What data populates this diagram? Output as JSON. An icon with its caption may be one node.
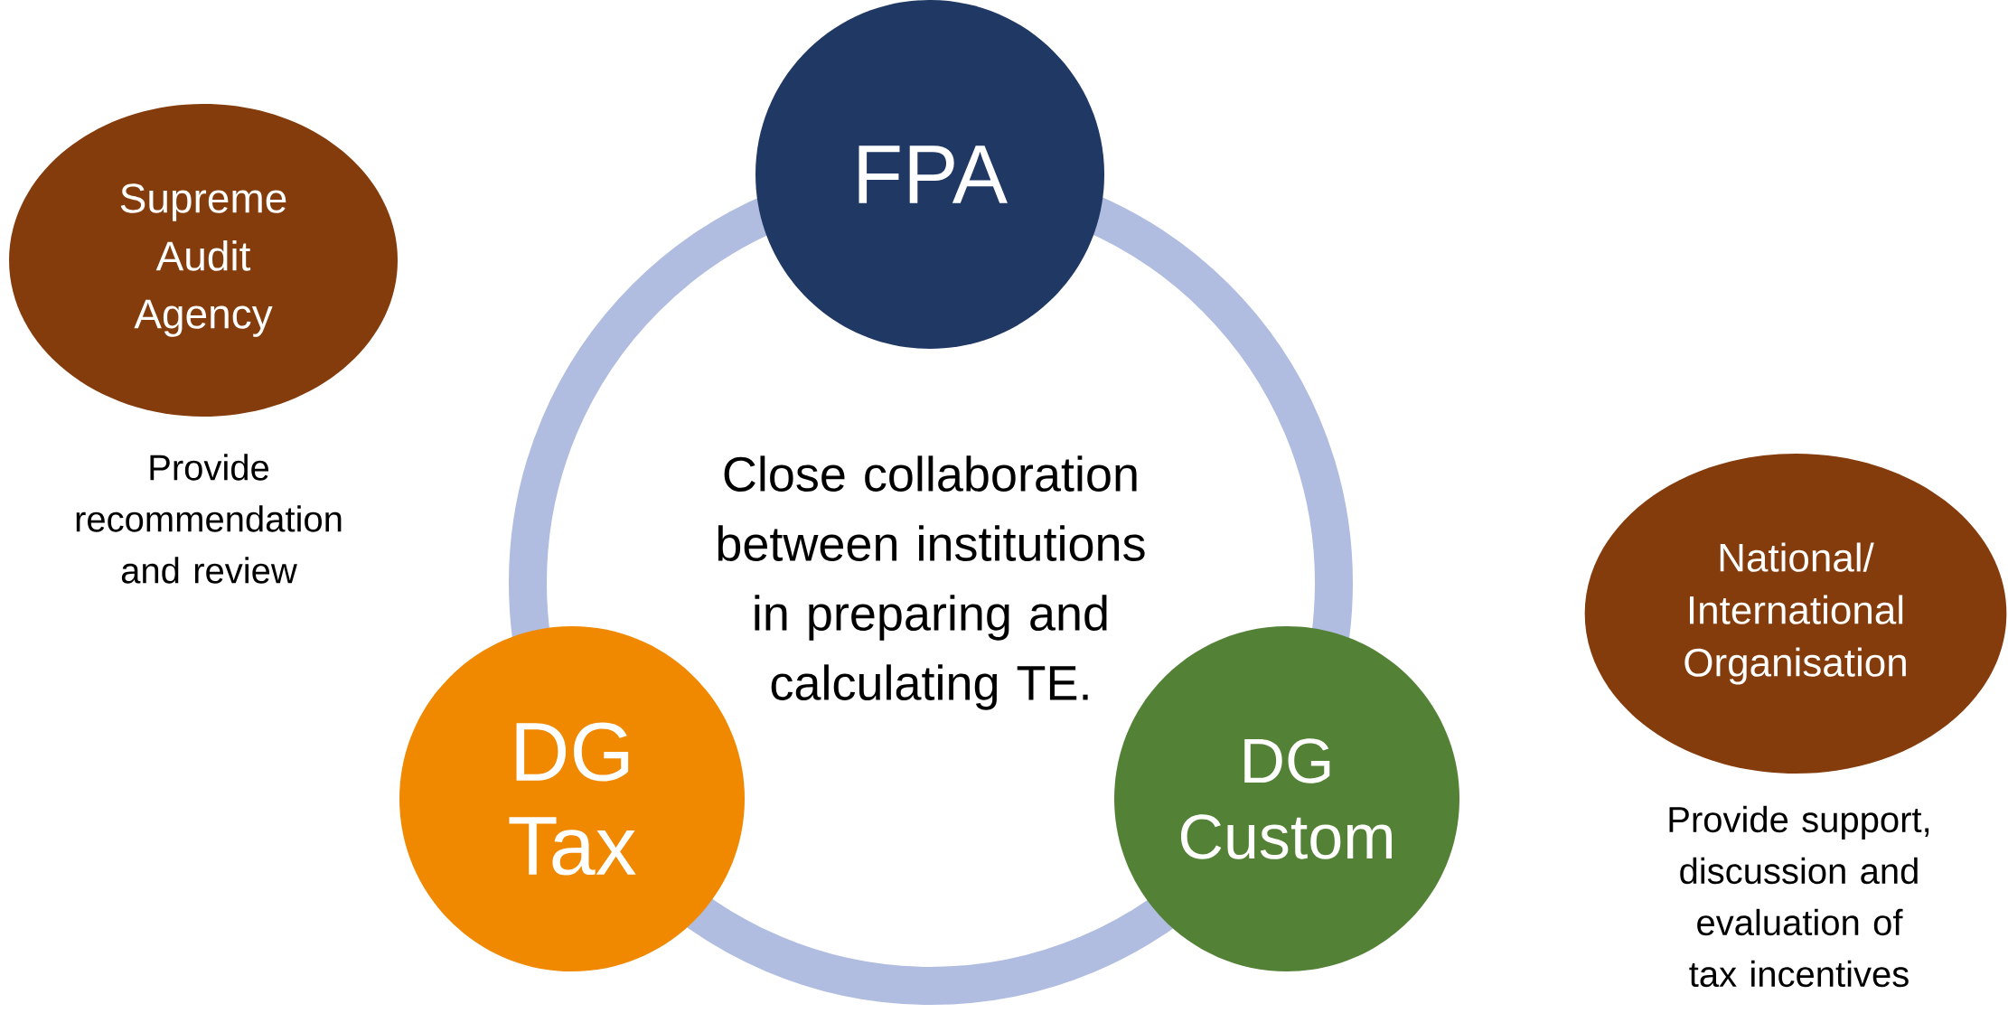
{
  "diagram": {
    "nodes": [
      {
        "text": [
          "Supreme Audit Agency"
        ],
        "beside": [
          "Provide recommendation and review"
        ]
      },
      {
        "text": [
          "FPA"
        ]
      },
      {
        "text": [
          "Close collaboration between institutions in preparing and calculating TE."
        ]
      },
      {
        "text": [
          "DG Tax"
        ]
      },
      {
        "text": [
          "DG Custom"
        ]
      },
      {
        "text": [
          "National/ International Organisation"
        ],
        "beside": [
          "Provide support, discussion and evaluation of tax incentives"
        ]
      }
    ]
  }
}
